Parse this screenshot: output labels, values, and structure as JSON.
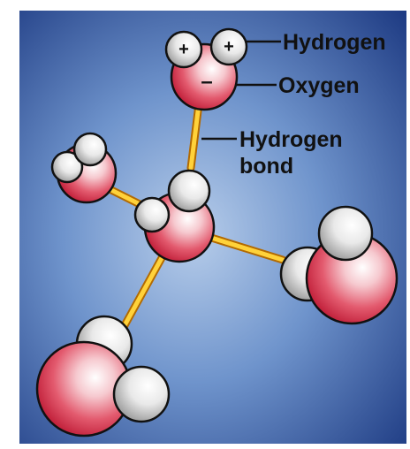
{
  "colors": {
    "background_center": "#a9c4e6",
    "background_edge": "#1f3c84",
    "oxygen": "#d8203b",
    "hydrogen": "#9a9a9a",
    "bond": "#f2a000"
  },
  "labels": {
    "hydrogen": "Hydrogen",
    "oxygen": "Oxygen",
    "bond_line1": "Hydrogen",
    "bond_line2": "bond"
  },
  "charges": {
    "positive": "+",
    "negative": "–"
  }
}
